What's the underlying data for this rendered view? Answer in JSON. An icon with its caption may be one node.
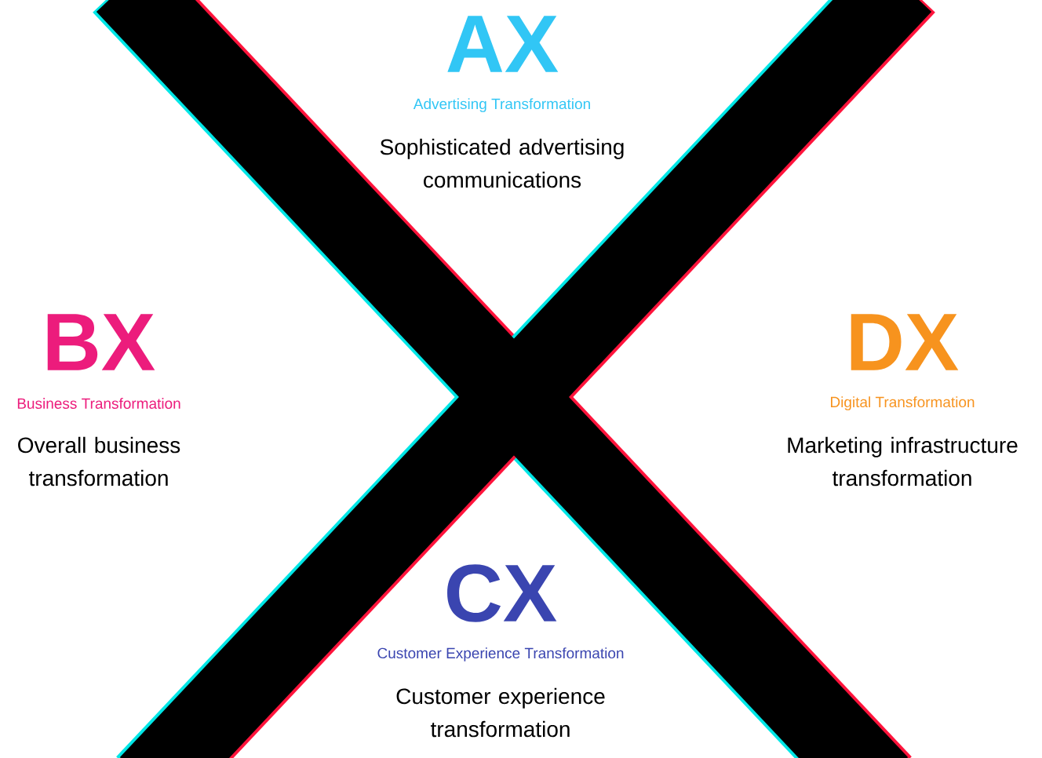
{
  "diagram": {
    "labels": [
      "AX",
      "Advertising Transformation",
      "Sophisticated advertising communications",
      "BX",
      "Business Transformation",
      "Overall business transformation",
      "DX",
      "Digital Transformation",
      "Marketing infrastructure transformation",
      "CX",
      "Customer Experience Transformation",
      "Customer experience transformation"
    ]
  }
}
